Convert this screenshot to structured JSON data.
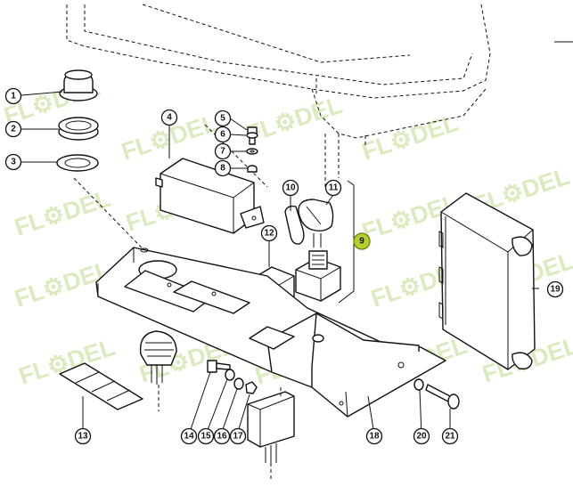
{
  "watermark": {
    "text": "FL⚙DEL",
    "color": "#d7e8b4"
  },
  "highlight_color": "#b7cf2a",
  "callouts": [
    {
      "id": "1",
      "label": "1"
    },
    {
      "id": "2",
      "label": "2"
    },
    {
      "id": "3",
      "label": "3"
    },
    {
      "id": "4",
      "label": "4"
    },
    {
      "id": "5",
      "label": "5"
    },
    {
      "id": "6",
      "label": "6"
    },
    {
      "id": "7",
      "label": "7"
    },
    {
      "id": "8",
      "label": "8"
    },
    {
      "id": "9",
      "label": "9",
      "highlighted": true
    },
    {
      "id": "10",
      "label": "10"
    },
    {
      "id": "11",
      "label": "11"
    },
    {
      "id": "12",
      "label": "12"
    },
    {
      "id": "13",
      "label": "13"
    },
    {
      "id": "14",
      "label": "14"
    },
    {
      "id": "15",
      "label": "15"
    },
    {
      "id": "16",
      "label": "16"
    },
    {
      "id": "17",
      "label": "17"
    },
    {
      "id": "18",
      "label": "18"
    },
    {
      "id": "19",
      "label": "19"
    },
    {
      "id": "20",
      "label": "20"
    },
    {
      "id": "21",
      "label": "21"
    }
  ]
}
